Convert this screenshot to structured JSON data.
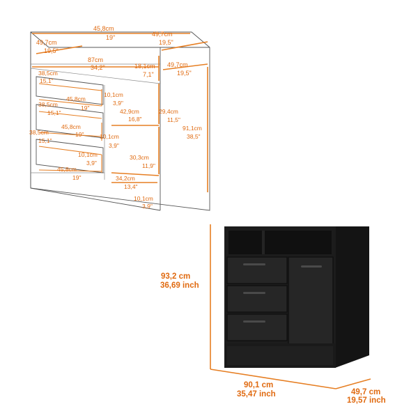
{
  "drawing": {
    "labels": {
      "top_width_cm": "45,8cm",
      "top_width_in": "19\"",
      "top_depth_cm": "49,7cm",
      "top_depth_in": "19,5\"",
      "left_depth_cm": "49,7cm",
      "left_depth_in": "19,5\"",
      "width_cm": "87cm",
      "width_in": "34,2\"",
      "shelf_h_cm": "18,1cm",
      "shelf_h_in": "7,1\"",
      "side_depth_cm": "49,7cm",
      "side_depth_in": "19,5\"",
      "d1_depth_cm": "38,5cm",
      "d1_depth_in": "15,1\"",
      "d1_width_cm": "45,8cm",
      "d1_width_in": "19\"",
      "d1_h_cm": "10,1cm",
      "d1_h_in": "3,9\"",
      "d2_depth_cm": "38,5cm",
      "d2_depth_in": "15,1\"",
      "d2_width_cm": "45,8cm",
      "d2_width_in": "19\"",
      "d2_h_cm": "10,1cm",
      "d2_h_in": "3,9\"",
      "d3_depth_cm": "38,5cm",
      "d3_depth_in": "15,1\"",
      "d3_h_cm": "10,1cm",
      "d3_h_in": "3,9\"",
      "d3_width_cm": "45,8cm",
      "d3_width_in": "19\"",
      "cab_h_cm": "42,9cm",
      "cab_h_in": "16,8\"",
      "upper_h_cm": "29,4cm",
      "upper_h_in": "11,5\"",
      "total_h_cm": "91,1cm",
      "total_h_in": "38,5\"",
      "lower_h_cm": "30,3cm",
      "lower_h_in": "11,9\"",
      "cab_depth_cm": "34,2cm",
      "cab_depth_in": "13,4\"",
      "base_h_cm": "10,1cm",
      "base_h_in": "3,9\""
    }
  },
  "photo": {
    "height_cm": "93,2 cm",
    "height_in": "36,69 inch",
    "width_cm": "90,1 cm",
    "width_in": "35,47 inch",
    "depth_cm": "49,7 cm",
    "depth_in": "19,57 inch"
  },
  "colors": {
    "accent": "#e06a10",
    "furniture": "#1c1c1c"
  }
}
